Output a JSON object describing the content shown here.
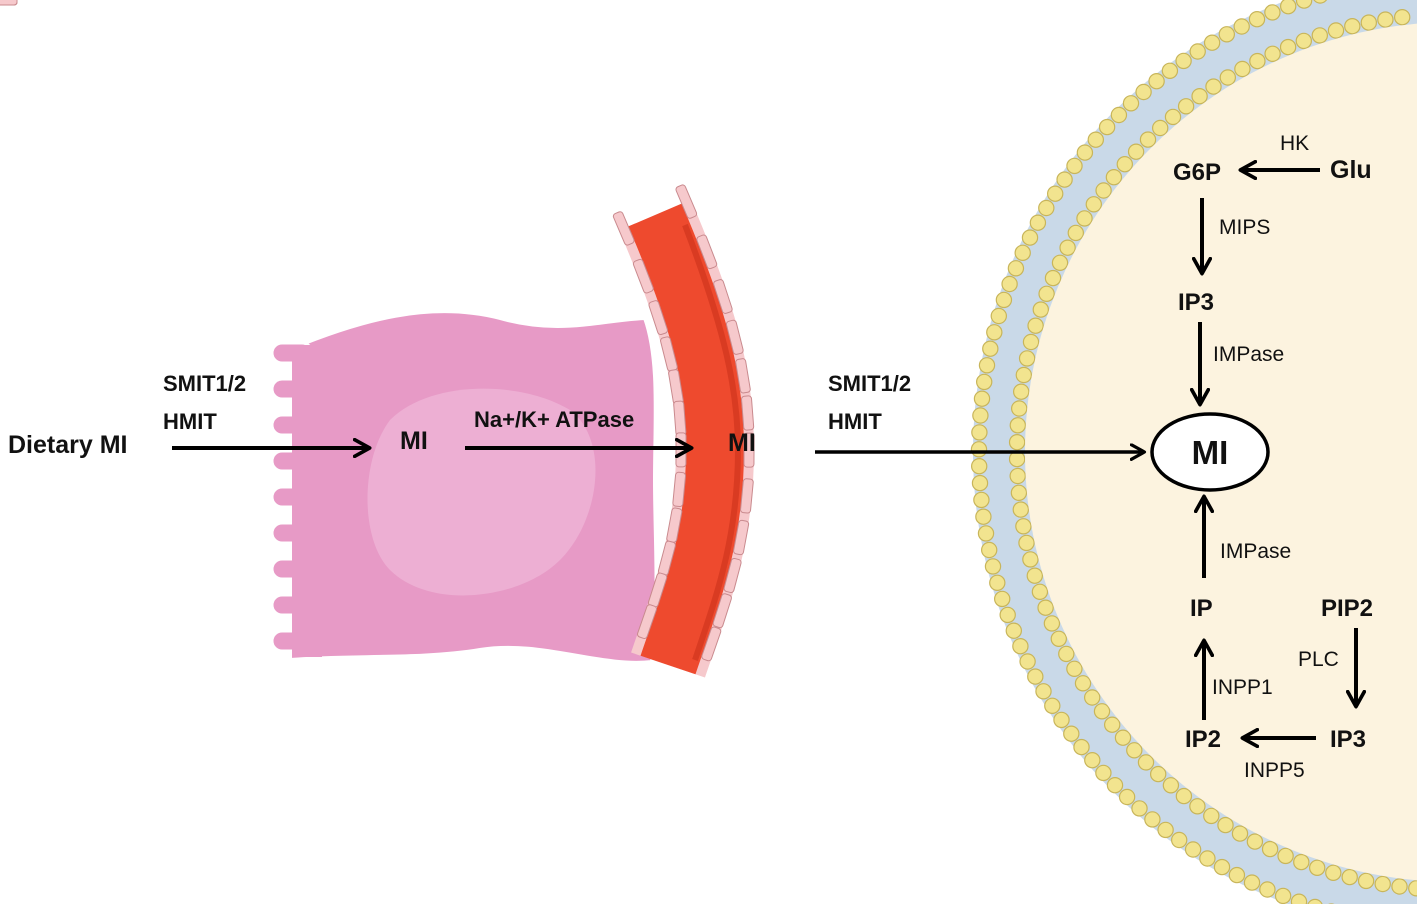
{
  "labels": {
    "dietary_mi": "Dietary MI",
    "transporter_intestine_1": "SMIT1/2",
    "transporter_intestine_2": "HMIT",
    "mi_enterocyte": "MI",
    "pump": "Na+/K+ ATPase",
    "mi_blood": "MI",
    "transporter_cell_1": "SMIT1/2",
    "transporter_cell_2": "HMIT",
    "mi_cell": "MI"
  },
  "pathway": {
    "glu": "Glu",
    "hk": "HK",
    "g6p": "G6P",
    "mips": "MIPS",
    "ip3_top": "IP3",
    "impase_top": "IMPase",
    "impase_bottom": "IMPase",
    "ip": "IP",
    "pip2": "PIP2",
    "plc": "PLC",
    "inpp1": "INPP1",
    "ip2": "IP2",
    "ip3_bottom": "IP3",
    "inpp5": "INPP5"
  },
  "colors": {
    "enterocyte_fill": "#e79ac6",
    "enterocyte_light": "#efb8d8",
    "enterocyte_stroke": "#c97aa8",
    "vessel_red": "#ee4a2e",
    "vessel_dark": "#c9301a",
    "endothelium": "#f6c9cc",
    "cytoplasm": "#fcf3df",
    "membrane_blue": "#c9d9e8",
    "lipid_head": "#f2e48f",
    "lipid_stroke": "#c8b55a",
    "arrow": "#000000"
  }
}
